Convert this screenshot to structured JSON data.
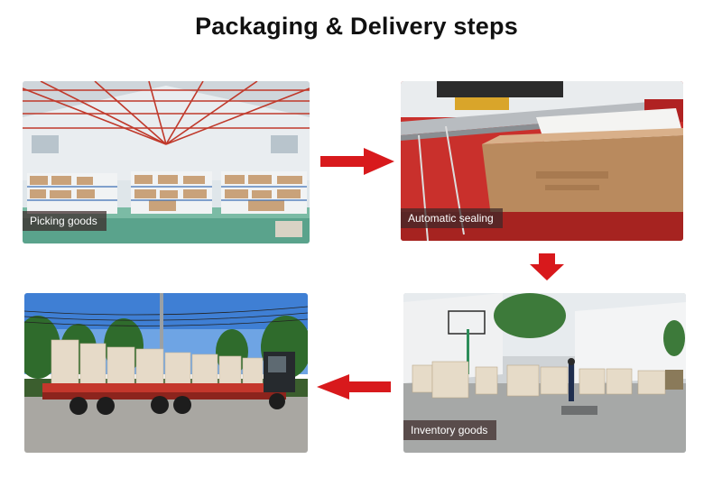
{
  "title": "Packaging & Delivery steps",
  "steps": [
    {
      "label": "Picking goods"
    },
    {
      "label": "Automatic sealing"
    },
    {
      "label": "Inventory goods"
    }
  ],
  "colors": {
    "arrow": "#d8191c",
    "caption_bg": "#3c2828"
  }
}
